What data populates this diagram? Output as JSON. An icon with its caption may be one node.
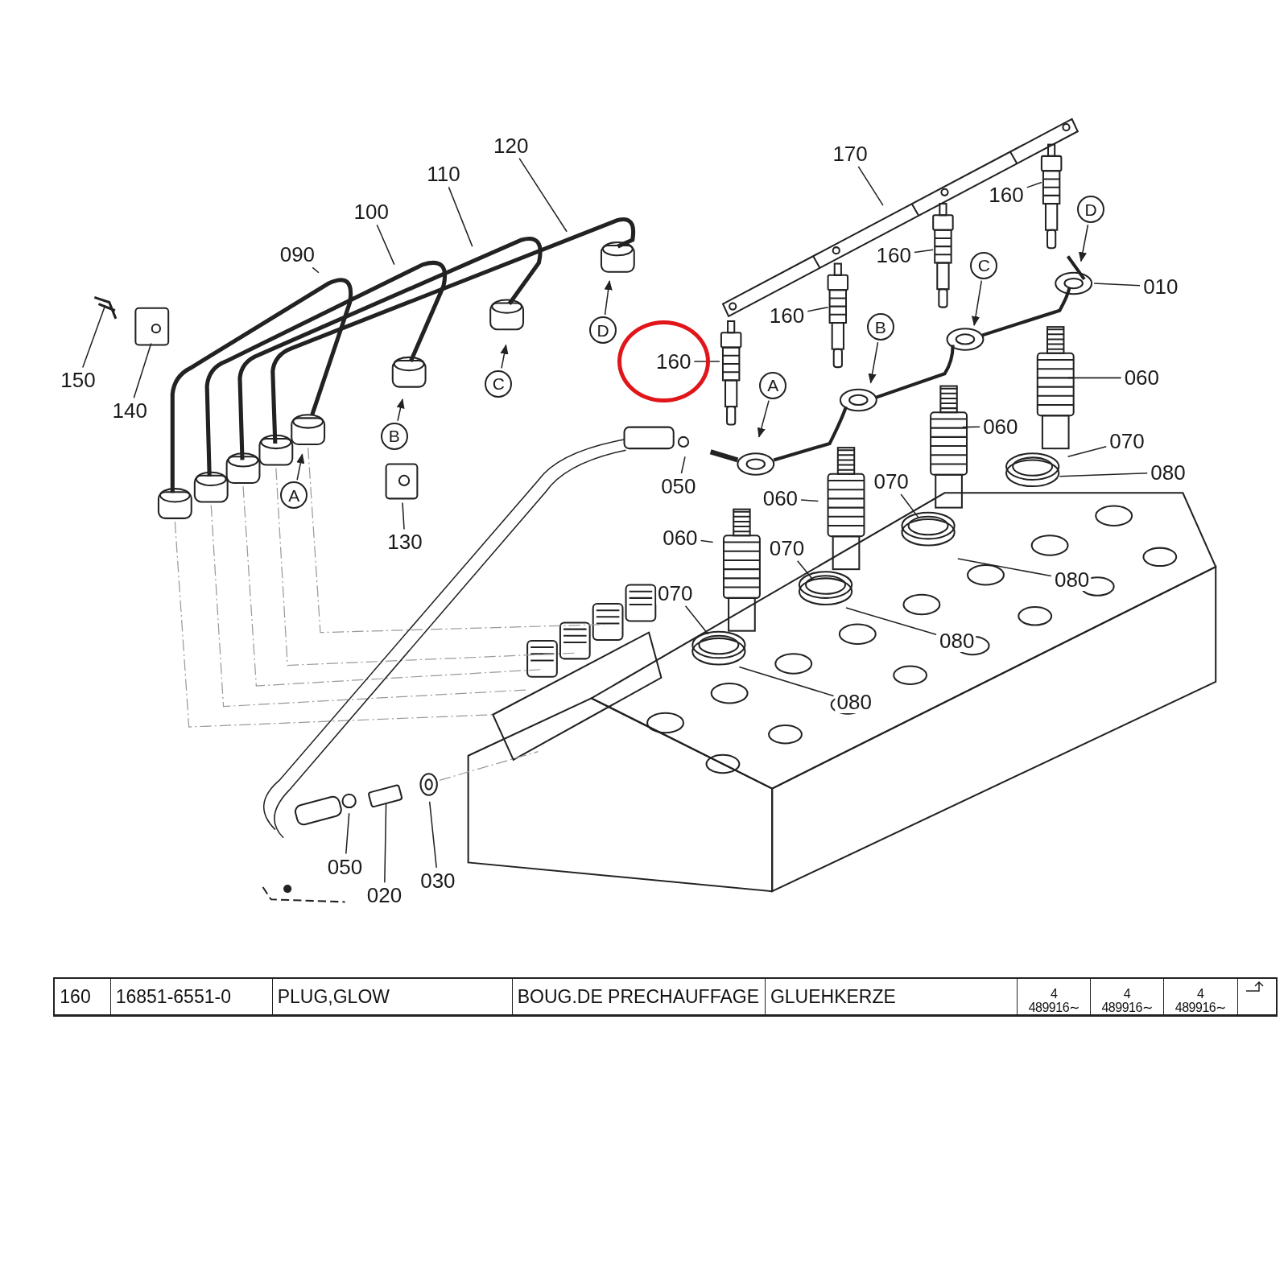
{
  "diagram": {
    "nodes": [
      {
        "text": [
          "120"
        ]
      },
      {
        "text": [
          "170"
        ]
      },
      {
        "text": [
          "110"
        ]
      },
      {
        "text": [
          "160"
        ]
      },
      {
        "text": [
          "D"
        ]
      },
      {
        "text": [
          "100"
        ]
      },
      {
        "text": [
          "090"
        ]
      },
      {
        "text": [
          "160"
        ]
      },
      {
        "text": [
          "C"
        ]
      },
      {
        "text": [
          "010"
        ]
      },
      {
        "text": [
          "160"
        ]
      },
      {
        "text": [
          "B"
        ]
      },
      {
        "text": [
          "D"
        ]
      },
      {
        "text": [],
        "shape": "circle"
      },
      {
        "text": [
          "160"
        ],
        "in": 13
      },
      {
        "text": [
          "060"
        ]
      },
      {
        "text": [
          "150"
        ]
      },
      {
        "text": [
          "C"
        ]
      },
      {
        "text": [
          "A"
        ]
      },
      {
        "text": [
          "140"
        ]
      },
      {
        "text": [
          "060"
        ]
      },
      {
        "text": [
          "B"
        ]
      },
      {
        "text": [
          "070"
        ]
      },
      {
        "text": [
          "080"
        ]
      },
      {
        "text": [
          "070"
        ]
      },
      {
        "text": [
          "050"
        ]
      },
      {
        "text": [
          "A"
        ]
      },
      {
        "text": [
          "060"
        ]
      },
      {
        "text": [
          "060"
        ]
      },
      {
        "text": [
          "130"
        ]
      },
      {
        "text": [
          "070"
        ]
      },
      {
        "text": [
          "080"
        ]
      },
      {
        "text": [
          "070"
        ]
      },
      {
        "text": [
          "080"
        ]
      },
      {
        "text": [
          "080"
        ]
      },
      {
        "text": [
          "050"
        ]
      },
      {
        "text": [
          "030"
        ]
      },
      {
        "text": [
          "020"
        ]
      }
    ],
    "edges": [
      {
        "from": 0,
        "to": null,
        "arrow": "none"
      },
      {
        "from": 1,
        "to": null,
        "arrow": "none"
      },
      {
        "from": 2,
        "to": null,
        "arrow": "none"
      },
      {
        "from": 3,
        "to": null,
        "arrow": "none"
      },
      {
        "from": 4,
        "to": null,
        "arrow": "to"
      },
      {
        "from": 5,
        "to": null,
        "arrow": "none"
      },
      {
        "from": 6,
        "to": null,
        "arrow": "none"
      },
      {
        "from": 7,
        "to": null,
        "arrow": "none"
      },
      {
        "from": 8,
        "to": null,
        "arrow": "to"
      },
      {
        "from": 9,
        "to": null,
        "arrow": "none"
      },
      {
        "from": 10,
        "to": null,
        "arrow": "none"
      },
      {
        "from": 11,
        "to": null,
        "arrow": "to"
      },
      {
        "from": 12,
        "to": null,
        "arrow": "to"
      },
      {
        "from": 14,
        "to": null,
        "arrow": "none"
      },
      {
        "from": 15,
        "to": null,
        "arrow": "none"
      },
      {
        "from": 16,
        "to": null,
        "arrow": "none"
      },
      {
        "from": 17,
        "to": null,
        "arrow": "to"
      },
      {
        "from": 18,
        "to": null,
        "arrow": "to"
      },
      {
        "from": 19,
        "to": null,
        "arrow": "none"
      },
      {
        "from": 20,
        "to": null,
        "arrow": "none"
      },
      {
        "from": 21,
        "to": null,
        "arrow": "to"
      },
      {
        "from": 22,
        "to": null,
        "arrow": "none"
      },
      {
        "from": 23,
        "to": null,
        "arrow": "none"
      },
      {
        "from": 24,
        "to": null,
        "arrow": "none"
      },
      {
        "from": 25,
        "to": null,
        "arrow": "none"
      },
      {
        "from": 26,
        "to": null,
        "arrow": "to"
      },
      {
        "from": 27,
        "to": null,
        "arrow": "none"
      },
      {
        "from": 28,
        "to": null,
        "arrow": "none"
      },
      {
        "from": 29,
        "to": null,
        "arrow": "none"
      },
      {
        "from": 30,
        "to": null,
        "arrow": "none"
      },
      {
        "from": 31,
        "to": null,
        "arrow": "none"
      },
      {
        "from": 32,
        "to": null,
        "arrow": "none"
      },
      {
        "from": 33,
        "to": null,
        "arrow": "none"
      },
      {
        "from": 34,
        "to": null,
        "arrow": "none"
      },
      {
        "from": 35,
        "to": null,
        "arrow": "none"
      },
      {
        "from": 36,
        "to": null,
        "arrow": "none"
      },
      {
        "from": 37,
        "to": null,
        "arrow": "none"
      }
    ],
    "labels": [
      "160",
      "16851-6551-0",
      "PLUG,GLOW",
      "BOUG.DE PRECHAUFFAGE",
      "GLUEHKERZE",
      "4",
      "489916∼",
      "4",
      "489916∼",
      "4",
      "489916∼"
    ]
  }
}
